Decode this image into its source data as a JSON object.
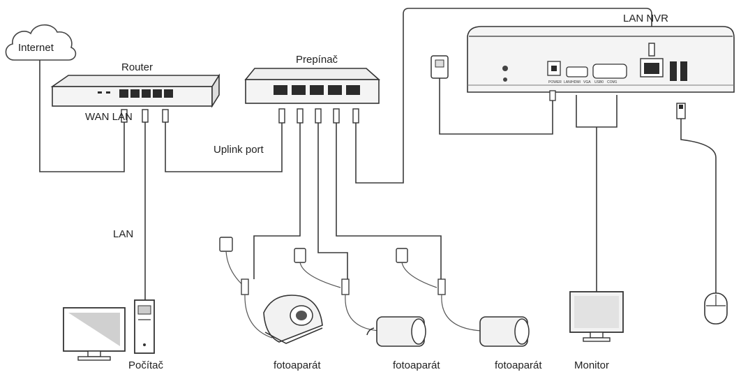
{
  "labels": {
    "internet": "Internet",
    "router": "Router",
    "wan_lan": "WAN LAN",
    "switch": "Prepínač",
    "uplink": "Uplink port",
    "lan_nvr": "LAN NVR",
    "lan": "LAN",
    "computer": "Počítač",
    "camera1": "fotoaparát",
    "camera2": "fotoaparát",
    "camera3": "fotoaparát",
    "monitor": "Monitor"
  },
  "nvr_ports": {
    "power": "POWER",
    "lanhdmi": "LAN/HDMI",
    "vga": "VGA",
    "usb": "USB0",
    "com": "COM1"
  }
}
